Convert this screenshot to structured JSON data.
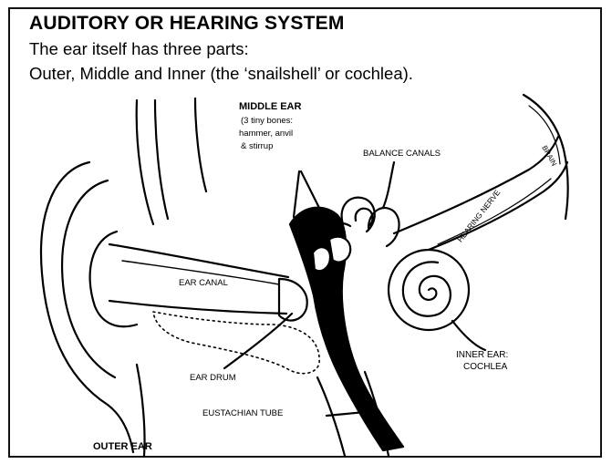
{
  "heading": "AUDITORY OR HEARING SYSTEM",
  "intro_lines": [
    "The ear itself has three parts:",
    "Outer, Middle and Inner (the ‘snailshell’ or cochlea)."
  ],
  "labels": {
    "middle_ear_title": "MIDDLE EAR",
    "middle_ear_note_1": "(3 tiny bones:",
    "middle_ear_note_2": "hammer, anvil",
    "middle_ear_note_3": "& stirrup",
    "balance_canals": "BALANCE CANALS",
    "brain": "BRAIN",
    "hearing_nerve": "HEARING NERVE",
    "ear_canal": "EAR CANAL",
    "inner_ear_1": "INNER EAR:",
    "inner_ear_2": "COCHLEA",
    "ear_drum": "EAR DRUM",
    "eustachian_tube": "EUSTACHIAN TUBE",
    "outer_ear": "OUTER EAR"
  }
}
